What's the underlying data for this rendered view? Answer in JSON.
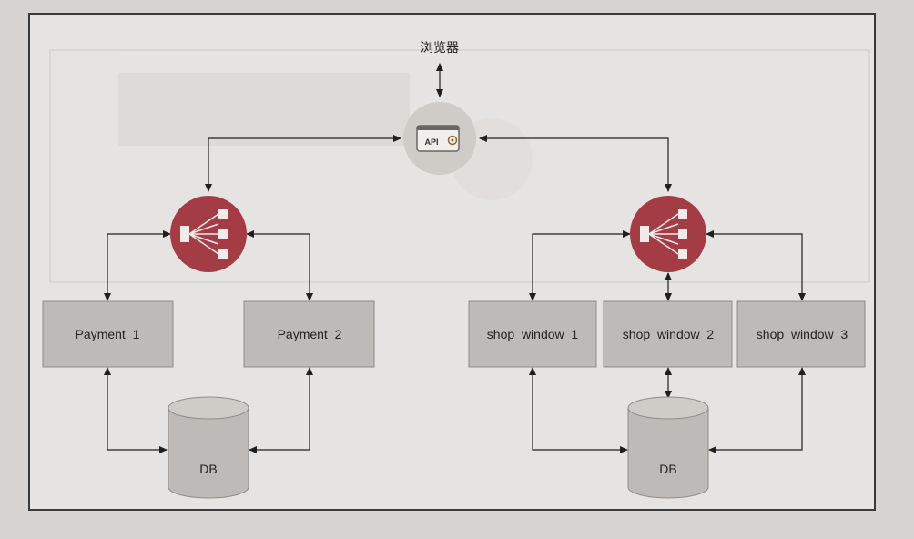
{
  "diagram": {
    "browser_label": "浏览器",
    "api_label": "API",
    "nodes": {
      "payment_1": "Payment_1",
      "payment_2": "Payment_2",
      "shop_window_1": "shop_window_1",
      "shop_window_2": "shop_window_2",
      "shop_window_3": "shop_window_3",
      "db_left": "DB",
      "db_right": "DB"
    }
  },
  "colors": {
    "node_fill": "#bdbab7",
    "node_stroke": "#8f8b87",
    "db_fill": "#bdbab7",
    "db_top": "#cfcbc7",
    "balancer_fill": "#a43c46",
    "api_fill": "#b9b4b0",
    "arrow": "#1f1f1f"
  }
}
